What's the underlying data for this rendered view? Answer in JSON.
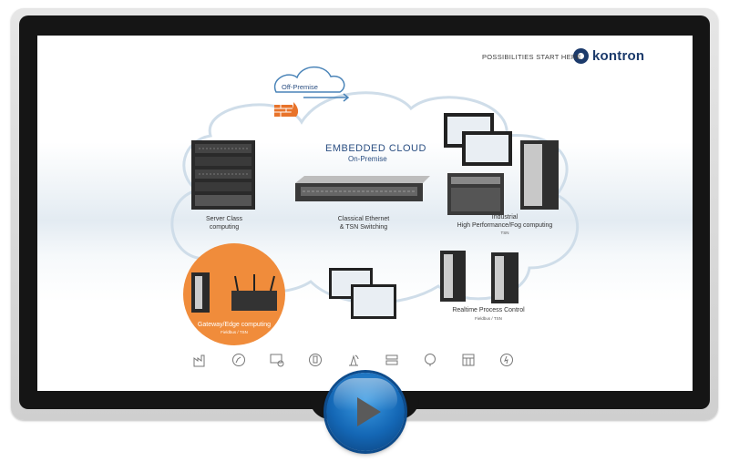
{
  "header": {
    "tagline": "POSSIBILITIES START HERE",
    "brand": "kontron"
  },
  "diagram": {
    "title": "EMBEDDED CLOUD",
    "subtitle": "On-Premise",
    "off_premise": "Off-Premise",
    "nodes": {
      "server": "Server Class computing",
      "switching_line1": "Classical  Ethernet",
      "switching_line2": "& TSN Switching",
      "industrial_line1": "Industrial",
      "industrial_line2": "High Performance/Fog computing",
      "industrial_sub": "TSN",
      "realtime": "Realtime Process Control",
      "realtime_sub": "Fieldbus / TSN",
      "gateway": "Gateway/Edge computing",
      "gateway_sub": "Fieldbus / TSN"
    },
    "colors": {
      "cloud_outline": "#cfdde9",
      "accent_blue": "#2b4f82",
      "highlight_orange": "#f08c3b"
    }
  },
  "bottom_icons": [
    "factory-icon",
    "robot-arm-icon",
    "monitor-gear-icon",
    "hand-device-icon",
    "signal-tower-icon",
    "server-rack-icon",
    "smart-device-icon",
    "grid-panel-icon",
    "energy-meter-icon"
  ],
  "player": {
    "action": "play-icon",
    "color": "#1467b5"
  }
}
